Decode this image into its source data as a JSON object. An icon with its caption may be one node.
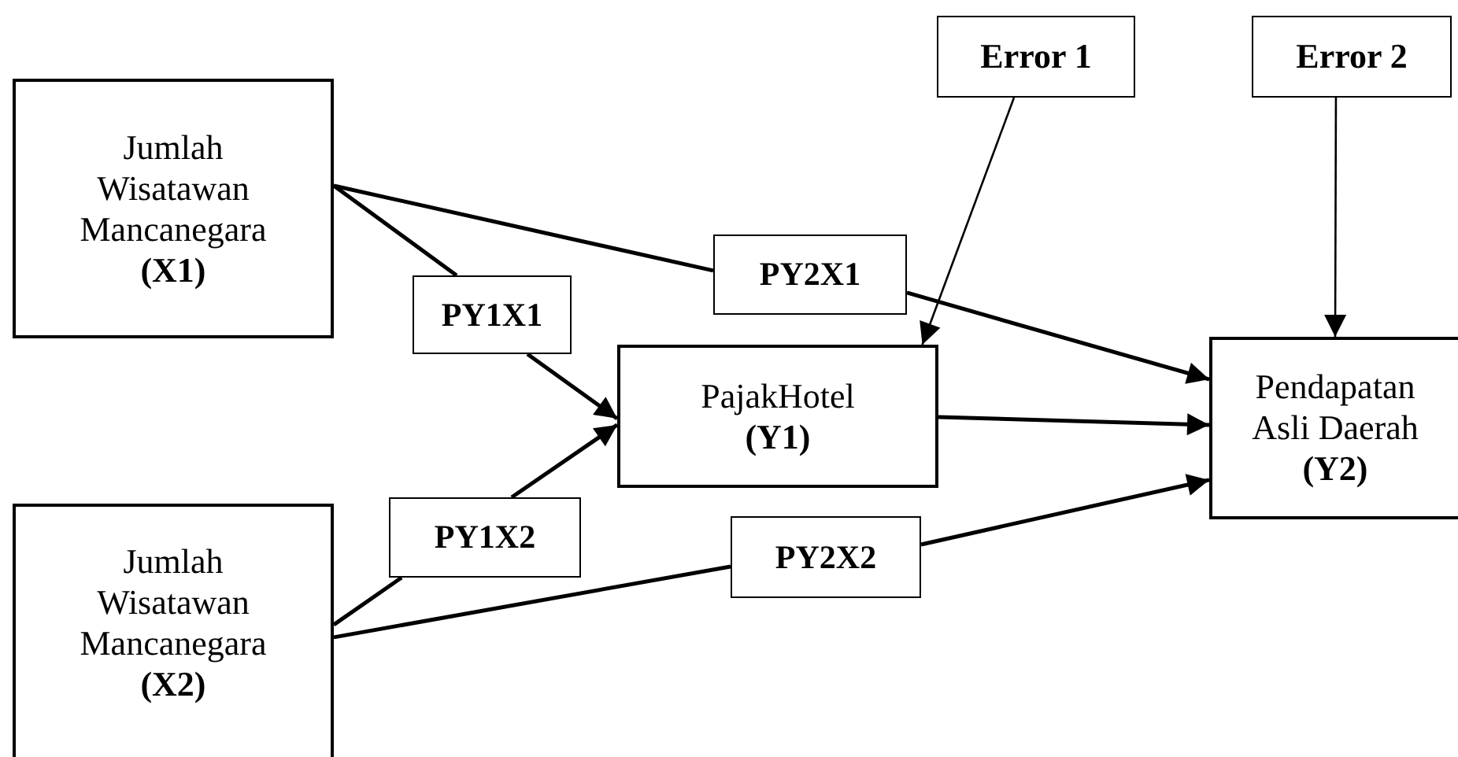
{
  "diagram": {
    "nodes": [
      {
        "text": [
          "Jumlah Wisatawan Mancanegara",
          "(X1)"
        ]
      },
      {
        "text": [
          "Jumlah Wisatawan Mancanegara",
          "(X2)"
        ]
      },
      {
        "text": [
          "PajakHotel",
          "(Y1)"
        ]
      },
      {
        "text": [
          "Pendapatan Asli Daerah",
          "(Y2)"
        ]
      },
      {
        "text": [
          "Error 1"
        ]
      },
      {
        "text": [
          "Error 2"
        ]
      },
      {
        "text": [
          "PY1X1"
        ]
      },
      {
        "text": [
          "PY2X1"
        ]
      },
      {
        "text": [
          "PY1X2"
        ]
      },
      {
        "text": [
          "PY2X2"
        ]
      }
    ],
    "edges": [
      {
        "from": 0,
        "to": 6,
        "arrow": "none"
      },
      {
        "from": 6,
        "to": 2,
        "arrow": "to"
      },
      {
        "from": 0,
        "to": 7,
        "arrow": "none"
      },
      {
        "from": 7,
        "to": 3,
        "arrow": "to"
      },
      {
        "from": 1,
        "to": 8,
        "arrow": "none"
      },
      {
        "from": 8,
        "to": 2,
        "arrow": "to"
      },
      {
        "from": 1,
        "to": 9,
        "arrow": "none"
      },
      {
        "from": 9,
        "to": 3,
        "arrow": "to"
      },
      {
        "from": 2,
        "to": 3,
        "arrow": "to"
      },
      {
        "from": 4,
        "to": 2,
        "arrow": "to"
      },
      {
        "from": 5,
        "to": 3,
        "arrow": "to"
      }
    ]
  }
}
